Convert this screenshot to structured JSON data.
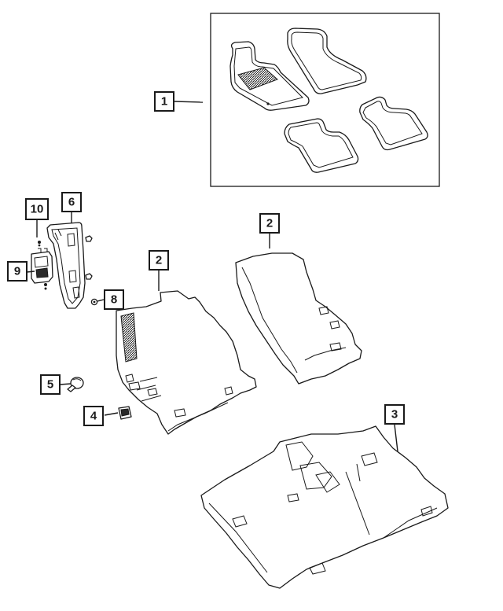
{
  "callouts": [
    {
      "id": "1",
      "label": "1"
    },
    {
      "id": "2a",
      "label": "2"
    },
    {
      "id": "2b",
      "label": "2"
    },
    {
      "id": "3",
      "label": "3"
    },
    {
      "id": "4",
      "label": "4"
    },
    {
      "id": "5",
      "label": "5"
    },
    {
      "id": "6",
      "label": "6"
    },
    {
      "id": "8",
      "label": "8"
    },
    {
      "id": "9",
      "label": "9"
    },
    {
      "id": "10",
      "label": "10"
    }
  ]
}
